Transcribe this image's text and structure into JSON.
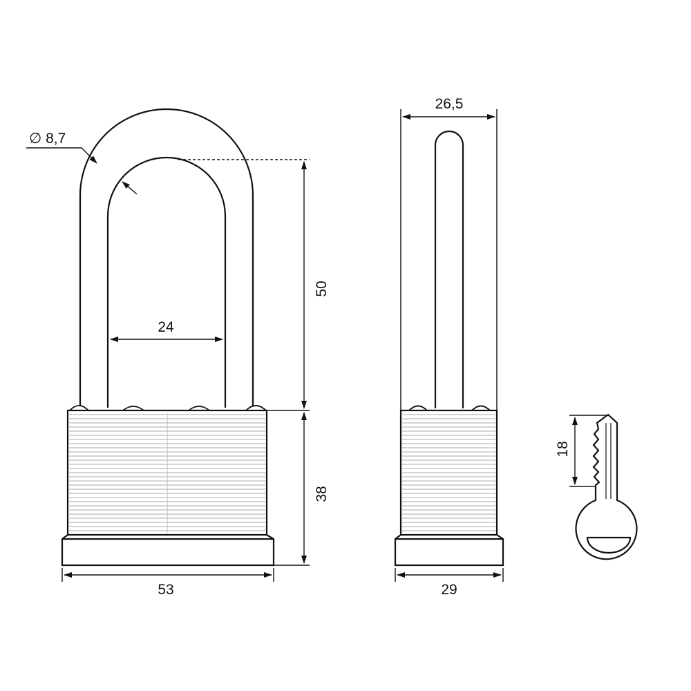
{
  "diagram": {
    "front_view": {
      "shackle_diameter": "∅ 8,7",
      "shackle_inner_width": "24",
      "shackle_clearance_height": "50",
      "body_height": "38",
      "body_width": "53"
    },
    "side_view": {
      "shackle_span": "26,5",
      "body_depth": "29"
    },
    "key": {
      "blade_length": "18"
    }
  },
  "colors": {
    "line": "#111111",
    "hatch": "#a9a9a9",
    "background": "#ffffff"
  }
}
